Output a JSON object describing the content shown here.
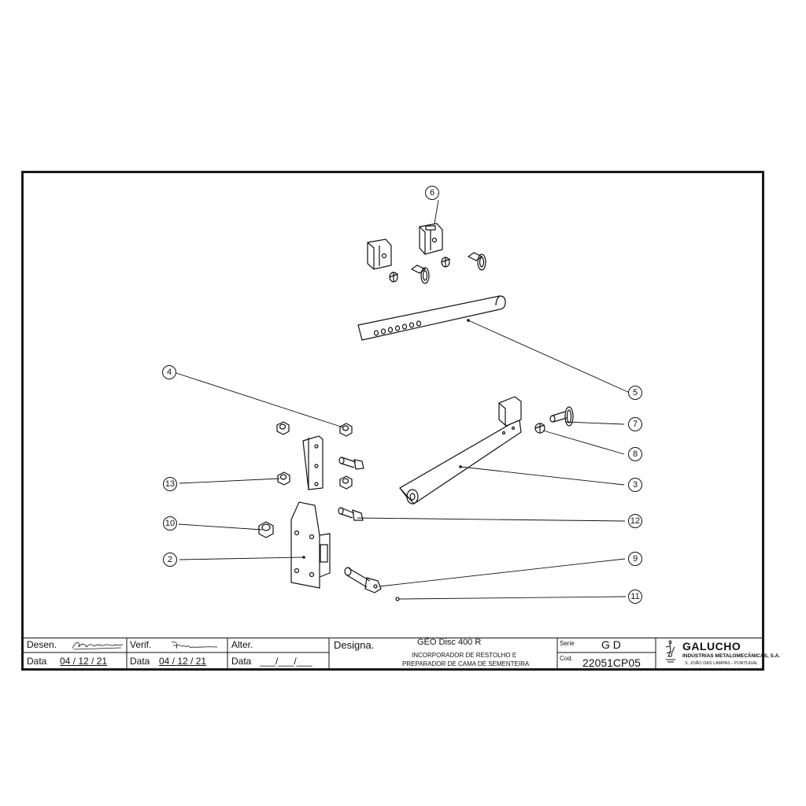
{
  "callouts": [
    "2",
    "3",
    "4",
    "5",
    "6",
    "7",
    "8",
    "9",
    "10",
    "11",
    "12",
    "13"
  ],
  "title_block": {
    "desen_label": "Desen.",
    "verif_label": "Verif.",
    "alter_label": "Alter.",
    "designa_label": "Designa.",
    "data_label": "Data",
    "desen_date": "04 / 12 / 21",
    "verif_date": "04 / 12 / 21",
    "alter_date": "___/___/___",
    "designation_title": "GÉO Disc 400 R",
    "designation_line1": "INCORPORADOR DE RESTOLHO E",
    "designation_line2": "PREPARADOR DE CAMA DE SEMENTEIRA",
    "serie_label": "Serie",
    "serie_value": "G D",
    "cod_label": "Cod.",
    "cod_value": "22051CP05",
    "company_name": "GALUCHO",
    "company_subtitle": "INDÚSTRIAS METALOMECÂNICAS, S.A.",
    "company_location": "S. JOÃO DAS LAMPAS - PORTUGAL"
  }
}
